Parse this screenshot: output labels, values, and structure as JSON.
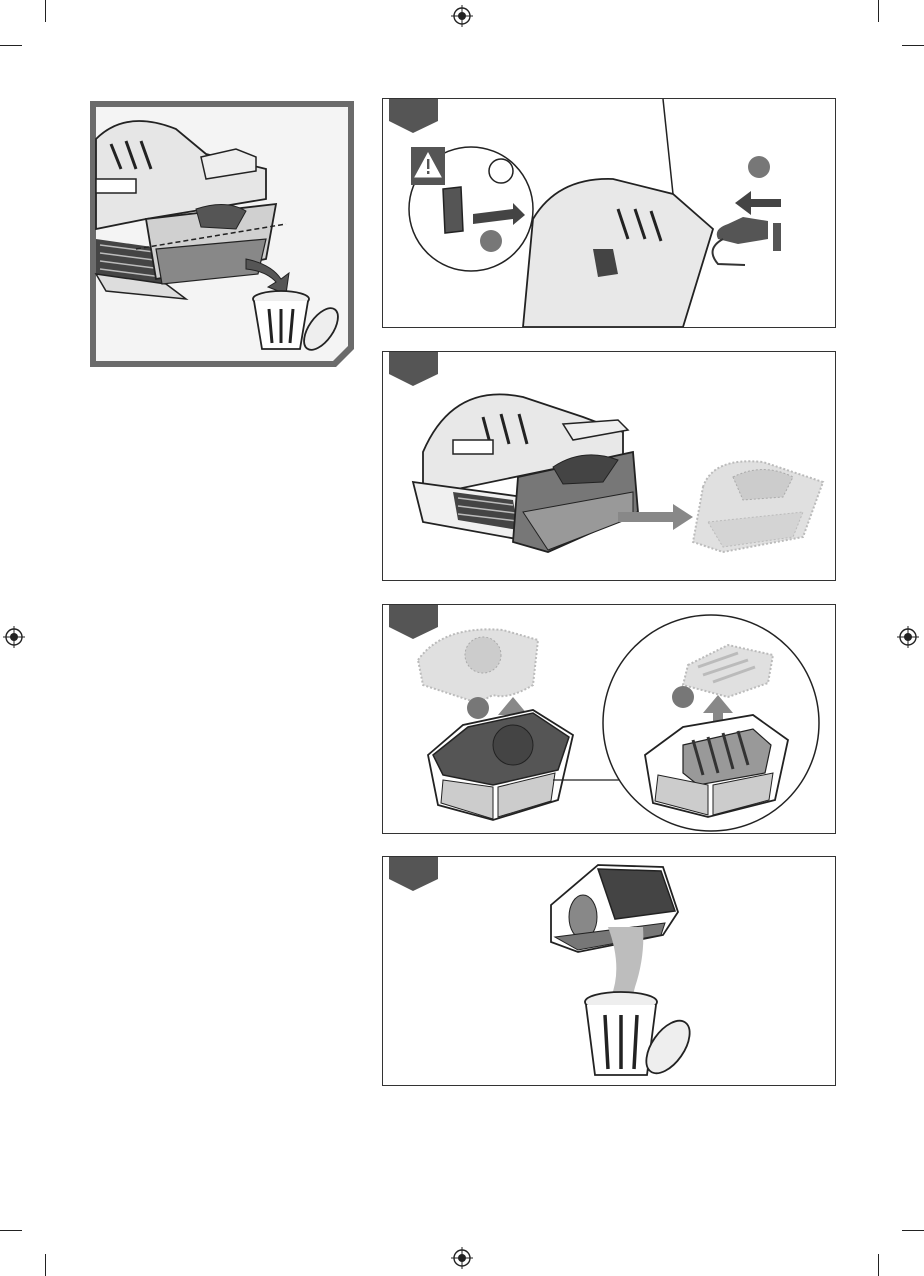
{
  "page": {
    "background": "#ffffff",
    "line_color": "#333333",
    "tab_color": "#555555"
  },
  "overview_figure": {
    "icons": [
      "sander-icon",
      "dust-box-icon",
      "trash-can-icon",
      "arrow-icon"
    ]
  },
  "steps": [
    {
      "id": "step-1",
      "callouts": [
        "",
        ""
      ],
      "icons": [
        "warning-icon",
        "switch-icon",
        "unplug-icon",
        "arrow-icon"
      ]
    },
    {
      "id": "step-2",
      "icons": [
        "sander-icon",
        "dust-box-icon",
        "arrow-icon"
      ]
    },
    {
      "id": "step-3",
      "callouts": [
        "",
        ""
      ],
      "icons": [
        "filter-cover-icon",
        "filter-icon",
        "arrow-up-icon"
      ]
    },
    {
      "id": "step-4",
      "icons": [
        "dust-box-icon",
        "trash-can-icon"
      ]
    }
  ],
  "footer": {
    "print_code": ""
  }
}
